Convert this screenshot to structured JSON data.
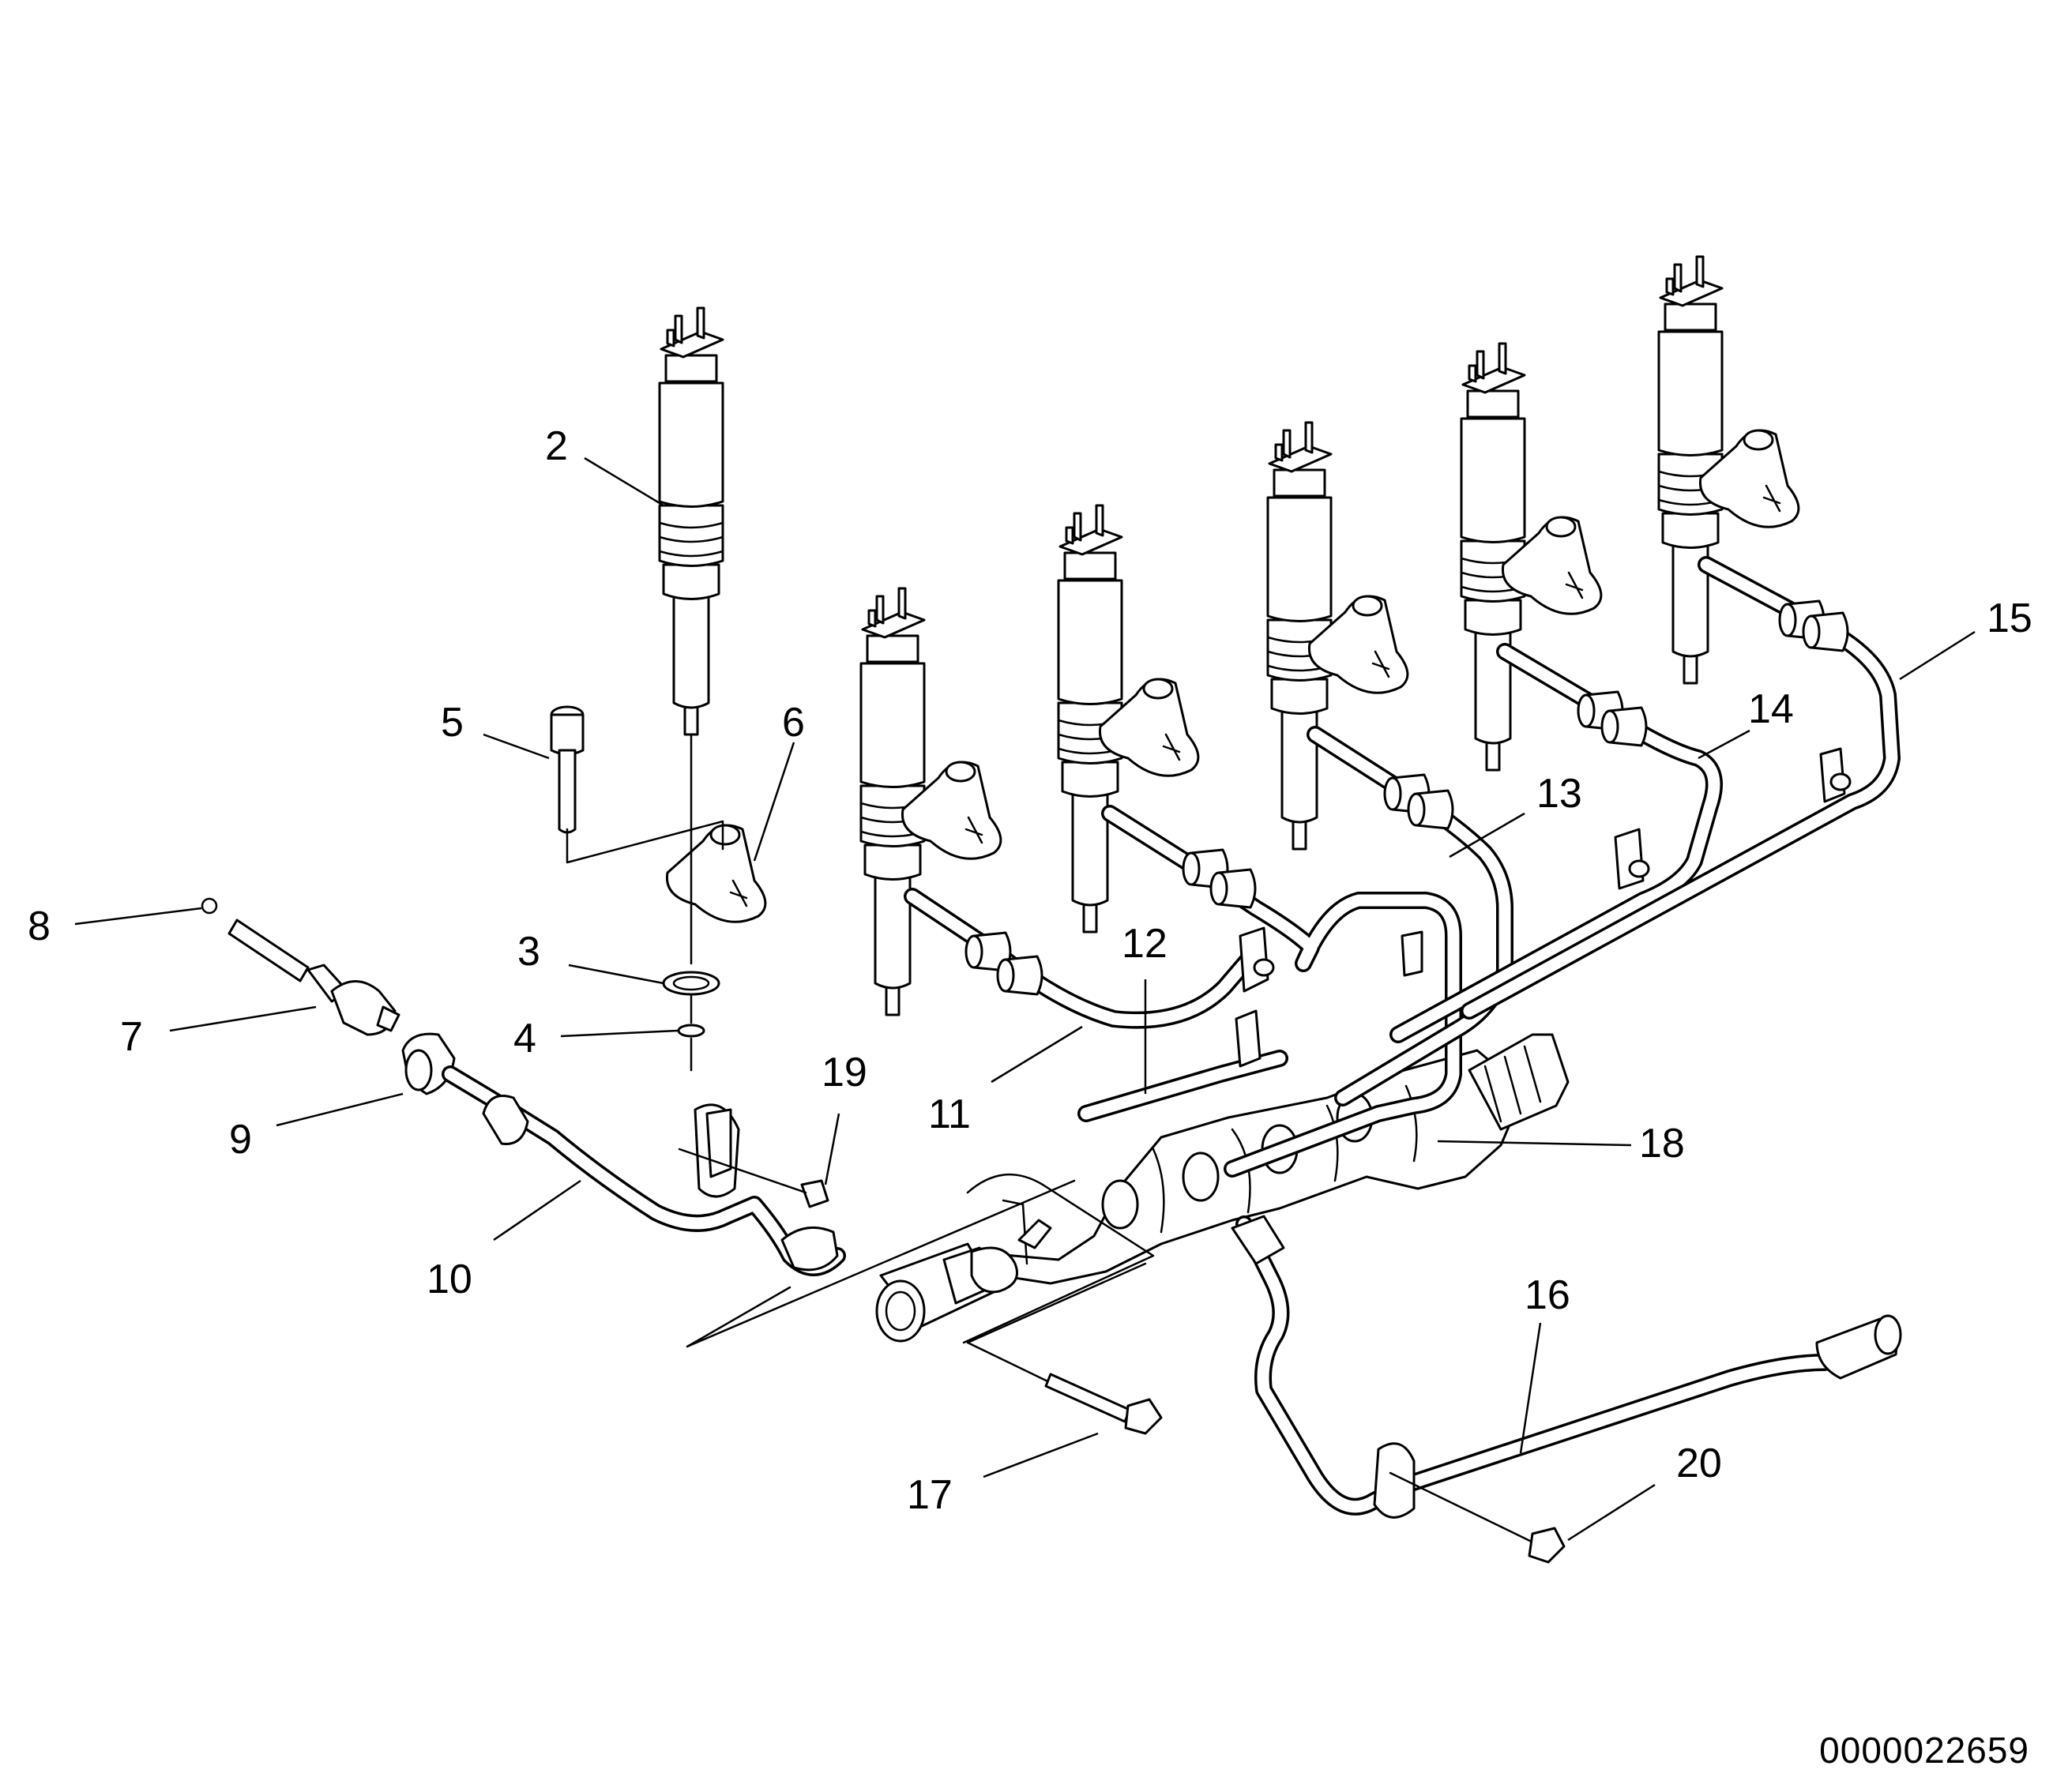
{
  "diagram": {
    "callouts": [
      "2",
      "3",
      "4",
      "5",
      "6",
      "7",
      "8",
      "9",
      "10",
      "11",
      "12",
      "13",
      "14",
      "15",
      "16",
      "17",
      "18",
      "19",
      "20"
    ],
    "document_number": "0000022659"
  },
  "colors": {
    "line": "#000000",
    "background": "#ffffff"
  }
}
